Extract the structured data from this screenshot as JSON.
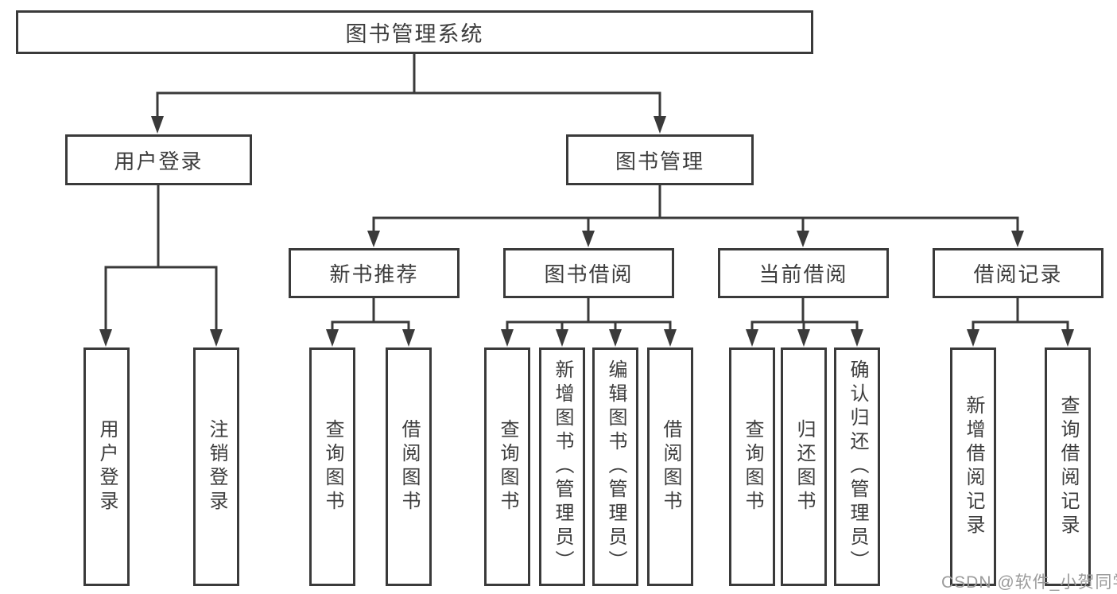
{
  "diagram_title": "图书管理系统",
  "hierarchy": {
    "root": {
      "label": "图书管理系统"
    },
    "children": [
      {
        "label": "用户登录",
        "children": [
          {
            "label": "用户登录"
          },
          {
            "label": "注销登录"
          }
        ]
      },
      {
        "label": "图书管理",
        "children": [
          {
            "label": "新书推荐",
            "children": [
              {
                "label": "查询图书"
              },
              {
                "label": "借阅图书"
              }
            ]
          },
          {
            "label": "图书借阅",
            "children": [
              {
                "label": "查询图书"
              },
              {
                "label": "新增图书（管理员）"
              },
              {
                "label": "编辑图书（管理员）"
              },
              {
                "label": "借阅图书"
              }
            ]
          },
          {
            "label": "当前借阅",
            "children": [
              {
                "label": "查询图书"
              },
              {
                "label": "归还图书"
              },
              {
                "label": "确认归还（管理员）"
              }
            ]
          },
          {
            "label": "借阅记录",
            "children": [
              {
                "label": "新增借阅记录"
              },
              {
                "label": "查询借阅记录"
              }
            ]
          }
        ]
      }
    ]
  },
  "watermark": "CSDN @软件_小贺同学",
  "colors": {
    "line": "#3a3a3a",
    "text": "#3d3d3d",
    "watermark_text": "#9b9b9b",
    "background": "#ffffff"
  }
}
